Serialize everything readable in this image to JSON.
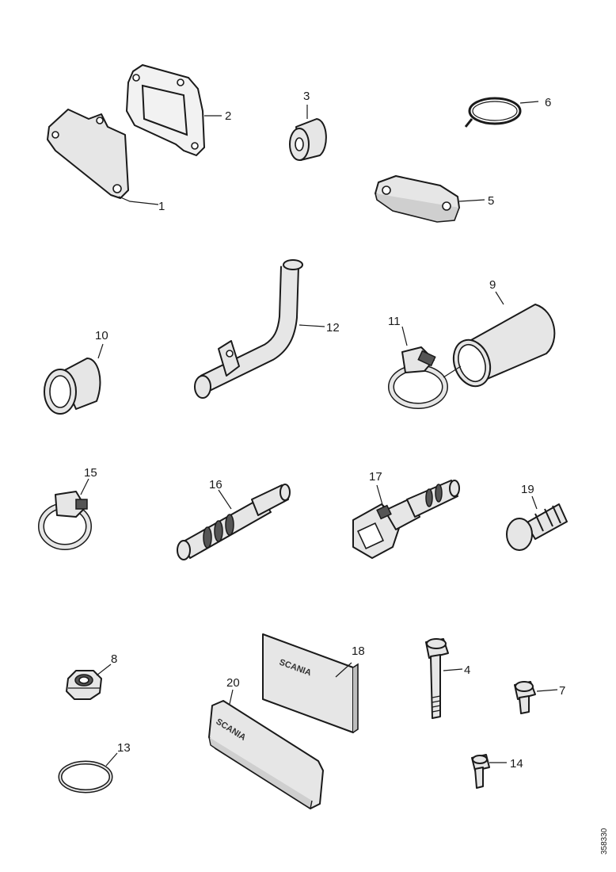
{
  "parts": [
    {
      "id": "part-1",
      "number": "1"
    },
    {
      "id": "part-2",
      "number": "2"
    },
    {
      "id": "part-3",
      "number": "3"
    },
    {
      "id": "part-4",
      "number": "4"
    },
    {
      "id": "part-5",
      "number": "5"
    },
    {
      "id": "part-6",
      "number": "6"
    },
    {
      "id": "part-7",
      "number": "7"
    },
    {
      "id": "part-8",
      "number": "8"
    },
    {
      "id": "part-9",
      "number": "9"
    },
    {
      "id": "part-10",
      "number": "10"
    },
    {
      "id": "part-11",
      "number": "11"
    },
    {
      "id": "part-12",
      "number": "12"
    },
    {
      "id": "part-13",
      "number": "13"
    },
    {
      "id": "part-14",
      "number": "14"
    },
    {
      "id": "part-15",
      "number": "15"
    },
    {
      "id": "part-16",
      "number": "16"
    },
    {
      "id": "part-17",
      "number": "17"
    },
    {
      "id": "part-18",
      "number": "18"
    },
    {
      "id": "part-19",
      "number": "19"
    },
    {
      "id": "part-20",
      "number": "20"
    }
  ],
  "labels": {
    "plate_stamp": "SCANIA",
    "badge_stamp": "SCANIA",
    "doc_ref": "358330"
  }
}
